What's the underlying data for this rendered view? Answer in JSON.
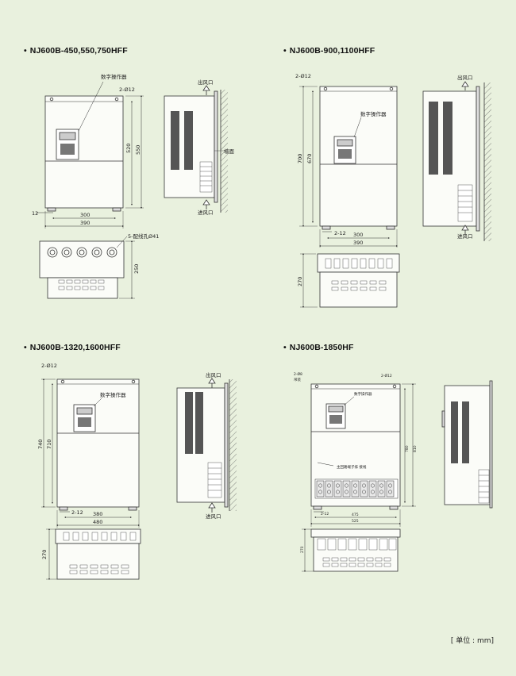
{
  "titles": {
    "t1": "NJ600B-450,550,750HFF",
    "t2": "NJ600B-900,1100HFF",
    "t3": "NJ600B-1320,1600HFF",
    "t4": "NJ600B-1850HF"
  },
  "bullet": "•",
  "labels": {
    "keypad": "数字操作器",
    "outlet": "出风口",
    "inlet": "进风口",
    "wall": "墙面",
    "hole_2d12": "2-Ø12",
    "hole_2_12": "2-12",
    "hole_5": "5-配线孔Ø41",
    "hole_2d8": "2-Ø8",
    "hole_2d8_sub": "吊装",
    "busbar_note": "主回路端子排 接线",
    "keypad_small": "数字操作器"
  },
  "dims": {
    "d1": {
      "h_inner": "520",
      "h_outer": "550",
      "w_inner": "300",
      "w_outer": "390",
      "margin": "12",
      "depth": "250"
    },
    "d2": {
      "h_inner": "670",
      "h_outer": "700",
      "w_inner": "300",
      "w_outer": "390",
      "depth": "270"
    },
    "d3": {
      "h_inner": "710",
      "h_outer": "740",
      "w_inner": "380",
      "w_outer": "480",
      "depth": "270"
    },
    "d4": {
      "h_inner": "780",
      "h_outer": "810",
      "w_inner": "475",
      "w_outer": "525",
      "depth": "270"
    }
  },
  "unit": "[ 单位 : mm]"
}
